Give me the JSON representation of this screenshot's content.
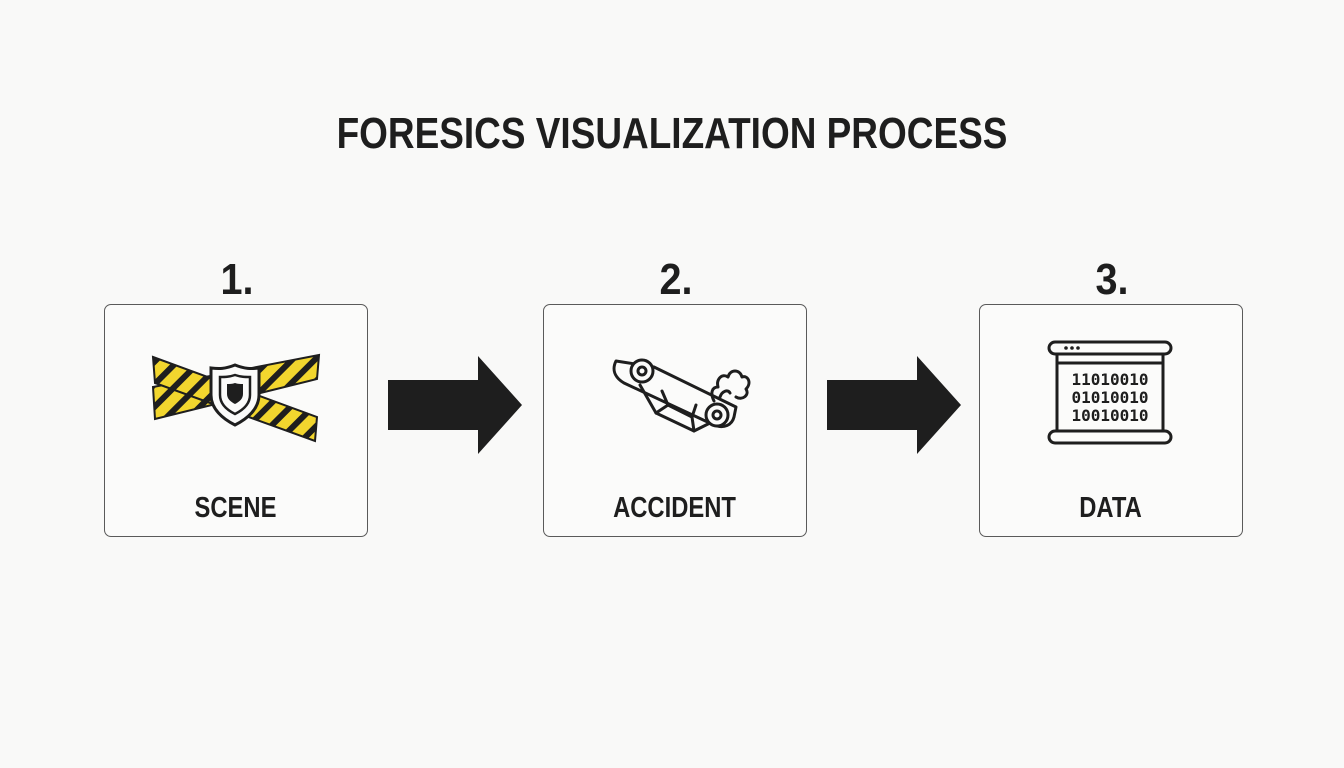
{
  "title": "FORESICS VISUALIZATION PROCESS",
  "colors": {
    "tape_yellow": "#f2d62e",
    "ink": "#1e1e1e",
    "background": "#f9f9f8"
  },
  "steps": [
    {
      "number": "1.",
      "label": "SCENE",
      "icon": "crime-scene-tape-badge-icon"
    },
    {
      "number": "2.",
      "label": "ACCIDENT",
      "icon": "overturned-car-icon"
    },
    {
      "number": "3.",
      "label": "DATA",
      "icon": "binary-data-window-icon"
    }
  ],
  "binary_lines": [
    "11010010",
    "01010010",
    "10010010"
  ],
  "connectors": [
    "arrow-right-icon",
    "arrow-right-icon"
  ]
}
